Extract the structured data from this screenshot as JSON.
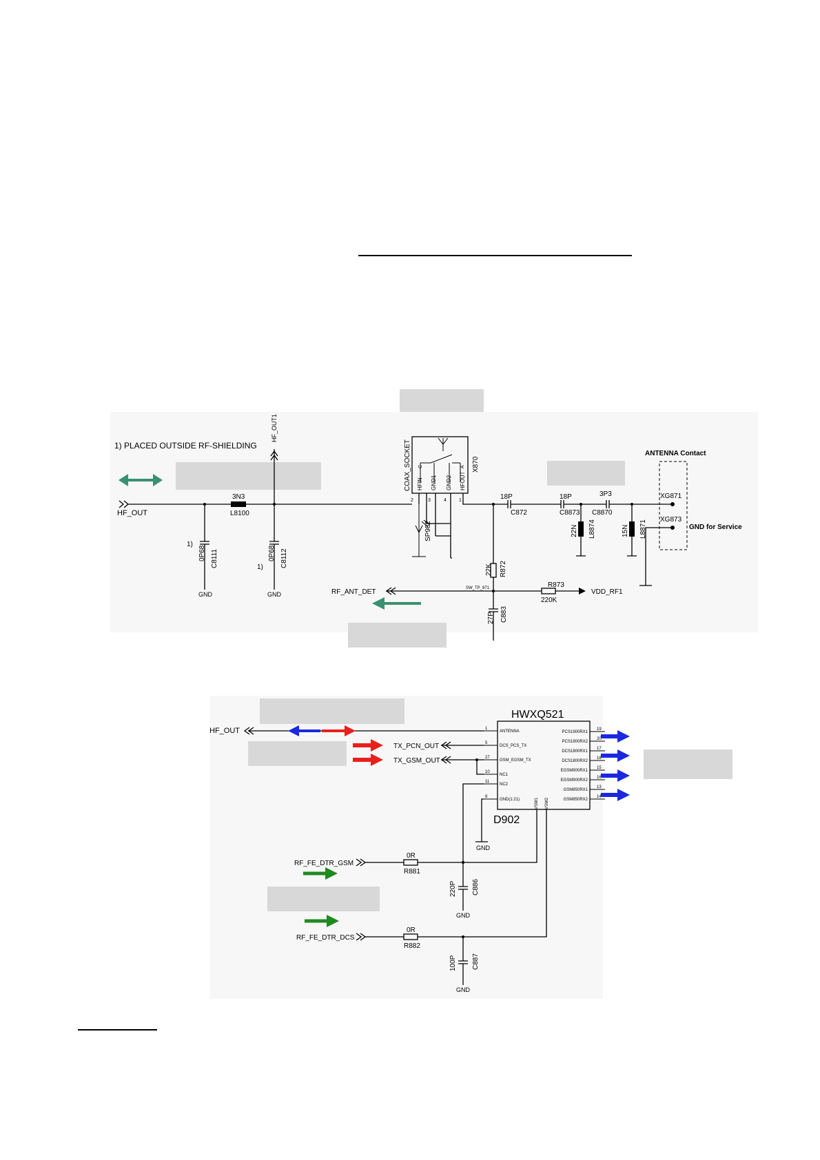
{
  "schematic1": {
    "note": "1) PLACED OUTSIDE RF-SHIELDING",
    "hf_out": "HF_OUT",
    "hf_out1": "HF_OUT1",
    "l8100_value": "3N3",
    "l8100_ref": "L8100",
    "c8111_mark": "1)",
    "c8111_value": "0P68",
    "c8111_ref": "C8111",
    "c8112_mark": "1)",
    "c8112_value": "0P68",
    "c8112_ref": "C8112",
    "gnd": "GND",
    "coax_socket": "COAX_SOCKET",
    "x870": "X870",
    "pin_hfin": "HFIN",
    "pin_gnd1": "GND1",
    "pin_gnd2": "GND2",
    "pin_hfout": "HFOUT",
    "pin_c": "C",
    "pin_a": "A",
    "pin_2": "2",
    "pin_3": "3",
    "pin_4": "4",
    "pin_1": "1",
    "sp982": "SP982",
    "c872_value": "18P",
    "c872_ref": "C872",
    "c8873_value": "18P",
    "c8873_ref": "C8873",
    "c8870_value": "3P3",
    "c8870_ref": "C8870",
    "l8874_value": "22N",
    "l8874_ref": "L8874",
    "l8871_value": "15N",
    "l8871_ref": "L8871",
    "antenna_contact": "ANTENNA Contact",
    "xg871": "XG871",
    "xg873": "XG873",
    "gnd_service": "GND for Service",
    "r872_value": "22K",
    "r872_ref": "R872",
    "rf_ant_det": "RF_ANT_DET",
    "sw_tp": "SW_TP_871",
    "r873_ref": "R873",
    "r873_value": "220K",
    "vdd_rf1": "VDD_RF1",
    "c883_value": "27P",
    "c883_ref": "C883"
  },
  "schematic2": {
    "chip_name": "HWXQ521",
    "chip_ref": "D902",
    "hf_out": "HF_OUT",
    "tx_pcn_out": "TX_PCN_OUT",
    "tx_gsm_out": "TX_GSM_OUT",
    "left_pins": [
      {
        "num": "1",
        "name": "ANTENNA"
      },
      {
        "num": "5",
        "name": "DCS_PCS_TX"
      },
      {
        "num": "27",
        "name": "GSM_EGSM_TX"
      },
      {
        "num": "10",
        "name": "NC1"
      },
      {
        "num": "11",
        "name": "NC2"
      },
      {
        "num": "8",
        "name": "GND(1:21)"
      }
    ],
    "right_pins": [
      {
        "num": "19",
        "name": "PCS1900RX1"
      },
      {
        "num": "20",
        "name": "PCS1900RX2"
      },
      {
        "num": "17",
        "name": "DCS1800RX1"
      },
      {
        "num": "18",
        "name": "DCS1800RX2"
      },
      {
        "num": "15",
        "name": "EGSM900RX1"
      },
      {
        "num": "16",
        "name": "EGSM900RX2"
      },
      {
        "num": "13",
        "name": "GSM850RX1"
      },
      {
        "num": "14",
        "name": "GSM850RX2"
      }
    ],
    "vsw1": "VSW1",
    "vsw2": "VSW2",
    "gnd": "GND",
    "rf_fe_dtr_gsm": "RF_FE_DTR_GSM",
    "r881_value": "0R",
    "r881_ref": "R881",
    "c886_value": "220P",
    "c886_ref": "C886",
    "rf_fe_dtr_dcs": "RF_FE_DTR_DCS",
    "r882_value": "0R",
    "r882_ref": "R882",
    "c887_value": "100P",
    "c887_ref": "C887"
  },
  "colors": {
    "teal_arrow": "#3a9070",
    "red_arrow": "#e8201c",
    "blue_arrow": "#1a28e0",
    "green_arrow": "#1f8a1f",
    "label_box": "#d8d8d8"
  }
}
